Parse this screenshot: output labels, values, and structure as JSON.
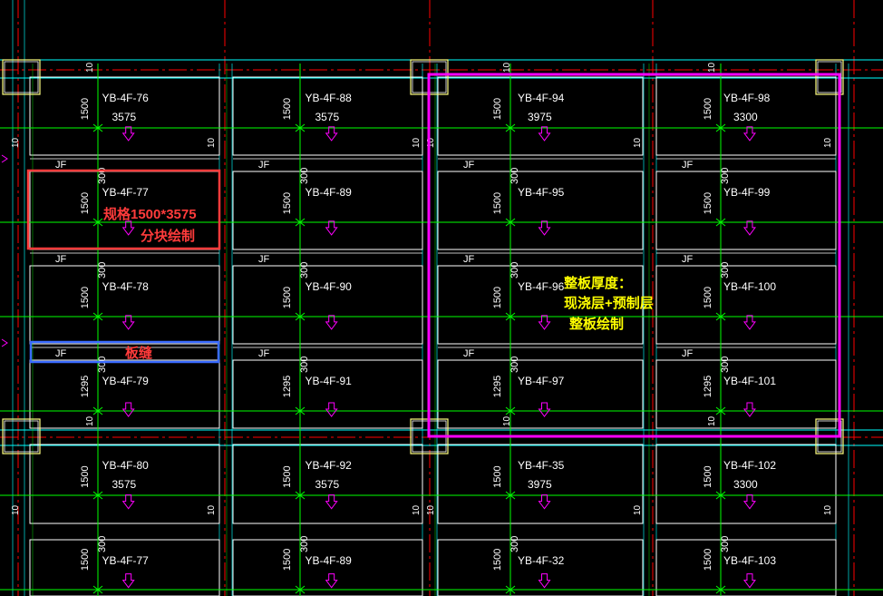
{
  "drawing": {
    "panel_labels": [
      [
        "YB-4F-76",
        "YB-4F-88",
        "YB-4F-94",
        "YB-4F-98"
      ],
      [
        "YB-4F-77",
        "YB-4F-89",
        "YB-4F-95",
        "YB-4F-99"
      ],
      [
        "YB-4F-78",
        "YB-4F-90",
        "YB-4F-96",
        "YB-4F-100"
      ],
      [
        "YB-4F-79",
        "YB-4F-91",
        "YB-4F-97",
        "YB-4F-101"
      ],
      [
        "YB-4F-80",
        "YB-4F-92",
        "YB-4F-35",
        "YB-4F-102"
      ],
      [
        "YB-4F-77",
        "YB-4F-89",
        "YB-4F-32",
        "YB-4F-103"
      ]
    ],
    "panel_lengths": [
      [
        "3575",
        "3575",
        "3975",
        "3300"
      ],
      [
        "",
        "",
        "",
        ""
      ],
      [
        "",
        "",
        "",
        ""
      ],
      [
        "",
        "",
        "",
        ""
      ],
      [
        "3575",
        "3575",
        "3975",
        "3300"
      ],
      [
        "",
        "",
        "",
        ""
      ]
    ],
    "row_widths": [
      "1500",
      "1500",
      "1500",
      "1295",
      "1500",
      "1500"
    ],
    "secondary_dim": "300",
    "joint_label": "JF",
    "edge_dim": "10"
  },
  "annotations": {
    "red_spec": "规格1500*3575",
    "red_block": "分块绘制",
    "seam": "板缝",
    "slab_thickness": "整板厚度：",
    "slab_layers": "现浇层+预制层",
    "slab_draw": "整板绘制"
  },
  "colors": {
    "background": "#000000",
    "panel": "#ffffff",
    "grid": "#00ff00",
    "axis": "#ff0000",
    "column": "#ffff80",
    "frame": "#00ffff",
    "arrow": "#ff00ff",
    "red_box": "#ff3b3b",
    "blue_box": "#3a6bff",
    "magenta_box": "#ff00ff",
    "yellow_text": "#ffff00"
  }
}
